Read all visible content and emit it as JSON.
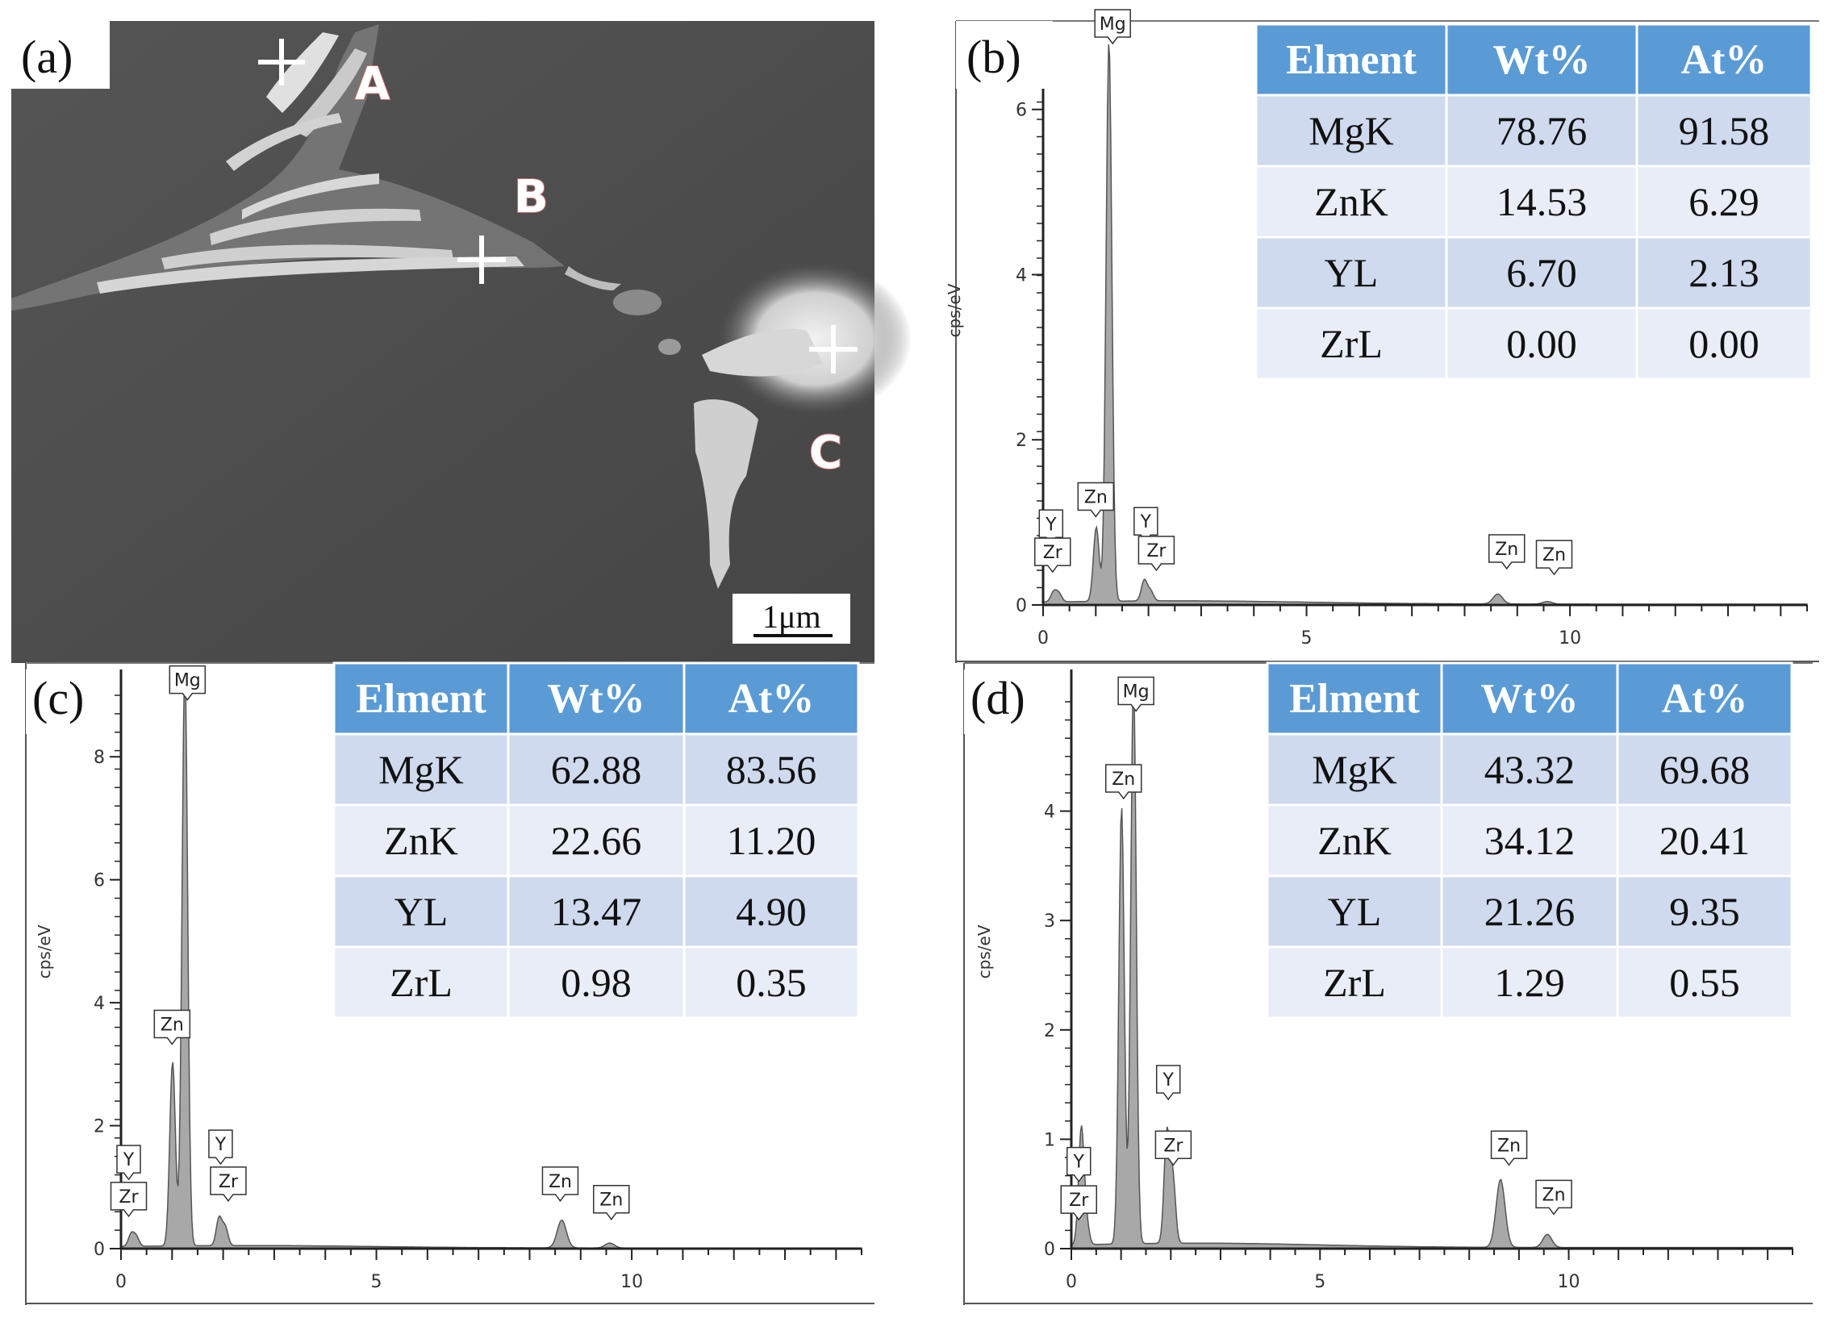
{
  "figure": {
    "panel_a": {
      "label": "(a)",
      "points": [
        "A",
        "B",
        "C"
      ],
      "scale_bar": "1μm"
    }
  },
  "chart_data": [
    {
      "type": "area",
      "panel": "(b)",
      "ylabel": "cps/eV",
      "xlim": [
        0,
        14.5
      ],
      "ylim": [
        0,
        6.3
      ],
      "x_ticks": [
        "0",
        "5",
        "10"
      ],
      "y_ticks": [
        "0",
        "2",
        "4",
        "6"
      ],
      "peaks": [
        {
          "element": "Mg",
          "energy": 1.25,
          "height": 6.8
        },
        {
          "element": "Zn",
          "energy": 1.01,
          "height": 0.9
        },
        {
          "element": "Y",
          "energy": 1.92,
          "height": 0.25
        },
        {
          "element": "Zr",
          "energy": 2.04,
          "height": 0.12
        },
        {
          "element": "Y",
          "energy": 0.2,
          "height": 0.12
        },
        {
          "element": "Zr",
          "energy": 0.3,
          "height": 0.1
        },
        {
          "element": "Zn",
          "energy": 8.63,
          "height": 0.12
        },
        {
          "element": "Zn",
          "energy": 9.57,
          "height": 0.03
        }
      ],
      "labels": [
        {
          "text": "Mg",
          "energy": 1.32,
          "height": 6.8
        },
        {
          "text": "Zn",
          "energy": 1.0,
          "height": 1.05
        },
        {
          "text": "Y",
          "energy": 0.15,
          "height": 0.72
        },
        {
          "text": "Zr",
          "energy": 0.18,
          "height": 0.38
        },
        {
          "text": "Y",
          "energy": 1.95,
          "height": 0.75
        },
        {
          "text": "Zr",
          "energy": 2.15,
          "height": 0.4
        },
        {
          "text": "Zn",
          "energy": 8.8,
          "height": 0.42
        },
        {
          "text": "Zn",
          "energy": 9.7,
          "height": 0.35
        }
      ],
      "table": {
        "headers": [
          "Elment",
          "Wt%",
          "At%"
        ],
        "rows": [
          [
            "MgK",
            "78.76",
            "91.58"
          ],
          [
            "ZnK",
            "14.53",
            "6.29"
          ],
          [
            "YL",
            "6.70",
            "2.13"
          ],
          [
            "ZrL",
            "0.00",
            "0.00"
          ]
        ]
      }
    },
    {
      "type": "area",
      "panel": "(c)",
      "ylabel": "cps/eV",
      "xlim": [
        0,
        14.5
      ],
      "ylim": [
        0,
        9
      ],
      "x_ticks": [
        "0",
        "5",
        "10"
      ],
      "y_ticks": [
        "0",
        "2",
        "4",
        "6",
        "8"
      ],
      "peaks": [
        {
          "element": "Mg",
          "energy": 1.25,
          "height": 9.5
        },
        {
          "element": "Zn",
          "energy": 1.01,
          "height": 3.0
        },
        {
          "element": "Y",
          "energy": 1.92,
          "height": 0.45
        },
        {
          "element": "Zr",
          "energy": 2.04,
          "height": 0.3
        },
        {
          "element": "Y",
          "energy": 0.2,
          "height": 0.2
        },
        {
          "element": "Zr",
          "energy": 0.3,
          "height": 0.15
        },
        {
          "element": "Zn",
          "energy": 8.63,
          "height": 0.45
        },
        {
          "element": "Zn",
          "energy": 9.57,
          "height": 0.08
        }
      ],
      "labels": [
        {
          "text": "Mg",
          "energy": 1.3,
          "height": 8.9
        },
        {
          "text": "Zn",
          "energy": 1.0,
          "height": 3.3
        },
        {
          "text": "Y",
          "energy": 0.15,
          "height": 1.1
        },
        {
          "text": "Zr",
          "energy": 0.15,
          "height": 0.5
        },
        {
          "text": "Y",
          "energy": 1.95,
          "height": 1.35
        },
        {
          "text": "Zr",
          "energy": 2.1,
          "height": 0.75
        },
        {
          "text": "Zn",
          "energy": 8.6,
          "height": 0.75
        },
        {
          "text": "Zn",
          "energy": 9.6,
          "height": 0.45
        }
      ],
      "table": {
        "headers": [
          "Elment",
          "Wt%",
          "At%"
        ],
        "rows": [
          [
            "MgK",
            "62.88",
            "83.56"
          ],
          [
            "ZnK",
            "22.66",
            "11.20"
          ],
          [
            "YL",
            "13.47",
            "4.90"
          ],
          [
            "ZrL",
            "0.98",
            "0.35"
          ]
        ]
      }
    },
    {
      "type": "area",
      "panel": "(d)",
      "ylabel": "cps/eV",
      "xlim": [
        0,
        14.5
      ],
      "ylim": [
        0,
        5
      ],
      "x_ticks": [
        "0",
        "5",
        "10"
      ],
      "y_ticks": [
        "0",
        "1",
        "2",
        "3",
        "4"
      ],
      "peaks": [
        {
          "element": "Mg",
          "energy": 1.25,
          "height": 5.2
        },
        {
          "element": "Zn",
          "energy": 1.01,
          "height": 4.0
        },
        {
          "element": "Y",
          "energy": 1.92,
          "height": 1.0
        },
        {
          "element": "Zr",
          "energy": 2.04,
          "height": 0.6
        },
        {
          "element": "Y",
          "energy": 0.2,
          "height": 1.05
        },
        {
          "element": "Zr",
          "energy": 0.3,
          "height": 0.2
        },
        {
          "element": "Zn",
          "energy": 8.63,
          "height": 0.62
        },
        {
          "element": "Zn",
          "energy": 9.57,
          "height": 0.12
        }
      ],
      "labels": [
        {
          "text": "Mg",
          "energy": 1.3,
          "height": 4.9
        },
        {
          "text": "Zn",
          "energy": 1.05,
          "height": 4.1
        },
        {
          "text": "Y",
          "energy": 0.15,
          "height": 0.6
        },
        {
          "text": "Zr",
          "energy": 0.15,
          "height": 0.25
        },
        {
          "text": "Y",
          "energy": 1.95,
          "height": 1.35
        },
        {
          "text": "Zr",
          "energy": 2.05,
          "height": 0.75
        },
        {
          "text": "Zn",
          "energy": 8.8,
          "height": 0.75
        },
        {
          "text": "Zn",
          "energy": 9.7,
          "height": 0.3
        }
      ],
      "table": {
        "headers": [
          "Elment",
          "Wt%",
          "At%"
        ],
        "rows": [
          [
            "MgK",
            "43.32",
            "69.68"
          ],
          [
            "ZnK",
            "34.12",
            "20.41"
          ],
          [
            "YL",
            "21.26",
            "9.35"
          ],
          [
            "ZrL",
            "1.29",
            "0.55"
          ]
        ]
      }
    }
  ],
  "colors": {
    "table_header": "#5b9bd5",
    "table_row_odd": "#cfdaee",
    "table_row_even": "#e8edf7",
    "spectrum_fill": "#a8a8a8",
    "spectrum_line": "#555555",
    "sem_background": "#4a4a4a"
  }
}
